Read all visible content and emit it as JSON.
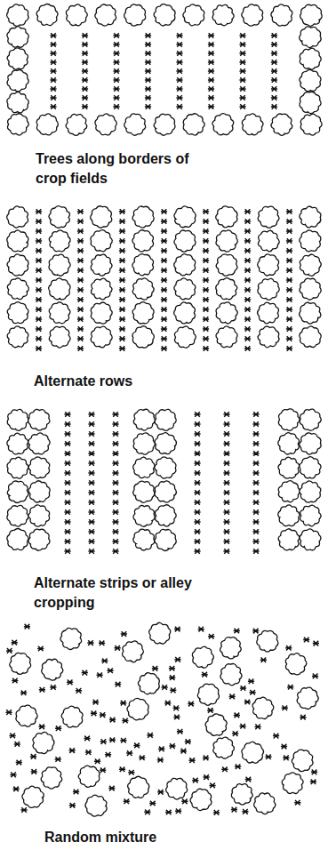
{
  "diagram": {
    "labels": [
      "Trees along borders of crop fields",
      "Alternate rows",
      "Alternate strips or alley cropping",
      "Random mixture"
    ]
  }
}
